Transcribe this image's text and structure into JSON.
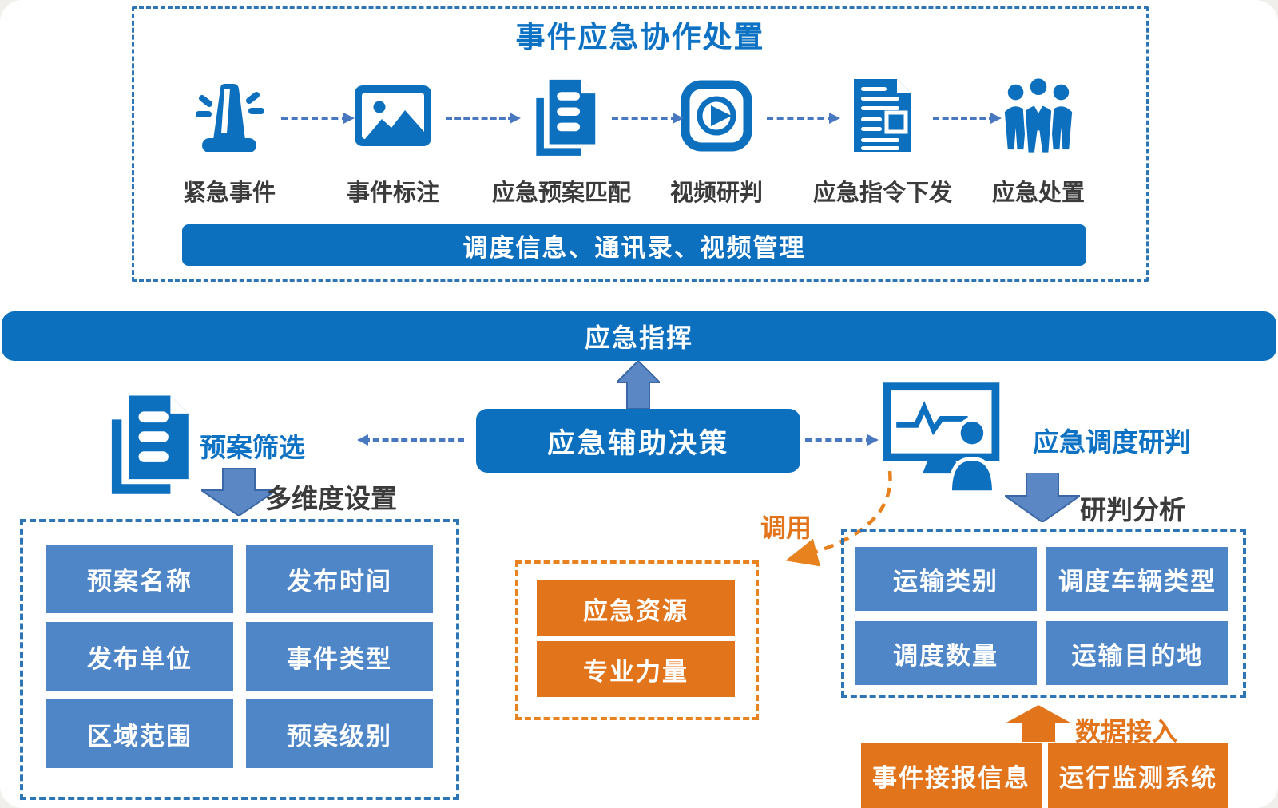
{
  "colors": {
    "primary_blue": "#0d70bf",
    "panel_blue": "#4e86c8",
    "block_arrow_blue": "#5b87c5",
    "dashed_border_blue": "#2e75b6",
    "connector_blue": "#4878bf",
    "orange": "#e2751c",
    "text_dark": "#3b3b3b",
    "text_blue": "#0d72c3"
  },
  "top_section": {
    "title": "事件应急协作处置",
    "steps": [
      {
        "label": "紧急事件",
        "icon": "siren-icon"
      },
      {
        "label": "事件标注",
        "icon": "picture-icon"
      },
      {
        "label": "应急预案匹配",
        "icon": "plan-documents-icon"
      },
      {
        "label": "视频研判",
        "icon": "video-play-icon"
      },
      {
        "label": "应急指令下发",
        "icon": "directive-document-icon"
      },
      {
        "label": "应急处置",
        "icon": "people-group-icon"
      }
    ],
    "footer_bar": "调度信息、通讯录、视频管理"
  },
  "command_bar": {
    "label": "应急指挥"
  },
  "decision": {
    "left_label": "预案筛选",
    "center_label": "应急辅助决策",
    "right_label": "应急调度研判",
    "left_icon": "plan-documents-icon",
    "right_icon": "dispatch-monitor-icon"
  },
  "left_branch": {
    "arrow_label": "多维度设置",
    "items": [
      "预案名称",
      "发布时间",
      "发布单位",
      "事件类型",
      "区域范围",
      "预案级别"
    ]
  },
  "resource_panel": {
    "call_label": "调用",
    "items": [
      "应急资源",
      "专业力量"
    ]
  },
  "right_branch": {
    "arrow_label": "研判分析",
    "items": [
      "运输类别",
      "调度车辆类型",
      "调度数量",
      "运输目的地"
    ]
  },
  "data_access": {
    "arrow_label": "数据接入",
    "items": [
      "事件接报信息",
      "运行监测系统"
    ]
  }
}
